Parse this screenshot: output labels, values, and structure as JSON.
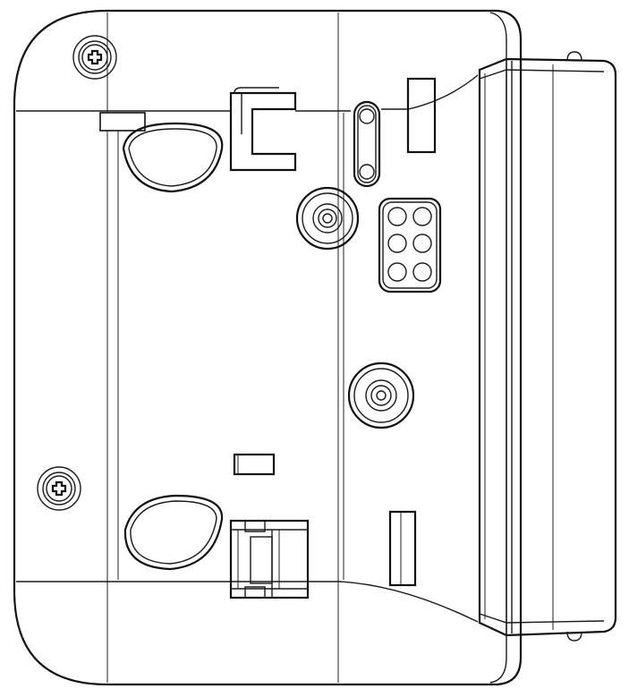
{
  "colors": {
    "background": "#ffffff",
    "line": "#1a1a1a"
  },
  "parts": [
    {
      "name": "mounting-screw",
      "count": 2
    },
    {
      "name": "keyhole-slot",
      "count": 2
    },
    {
      "name": "led-indicator",
      "count": 6
    },
    {
      "name": "push-button",
      "count": 2
    },
    {
      "name": "connector-port",
      "count": 1
    },
    {
      "name": "front-cover",
      "count": 1
    }
  ]
}
